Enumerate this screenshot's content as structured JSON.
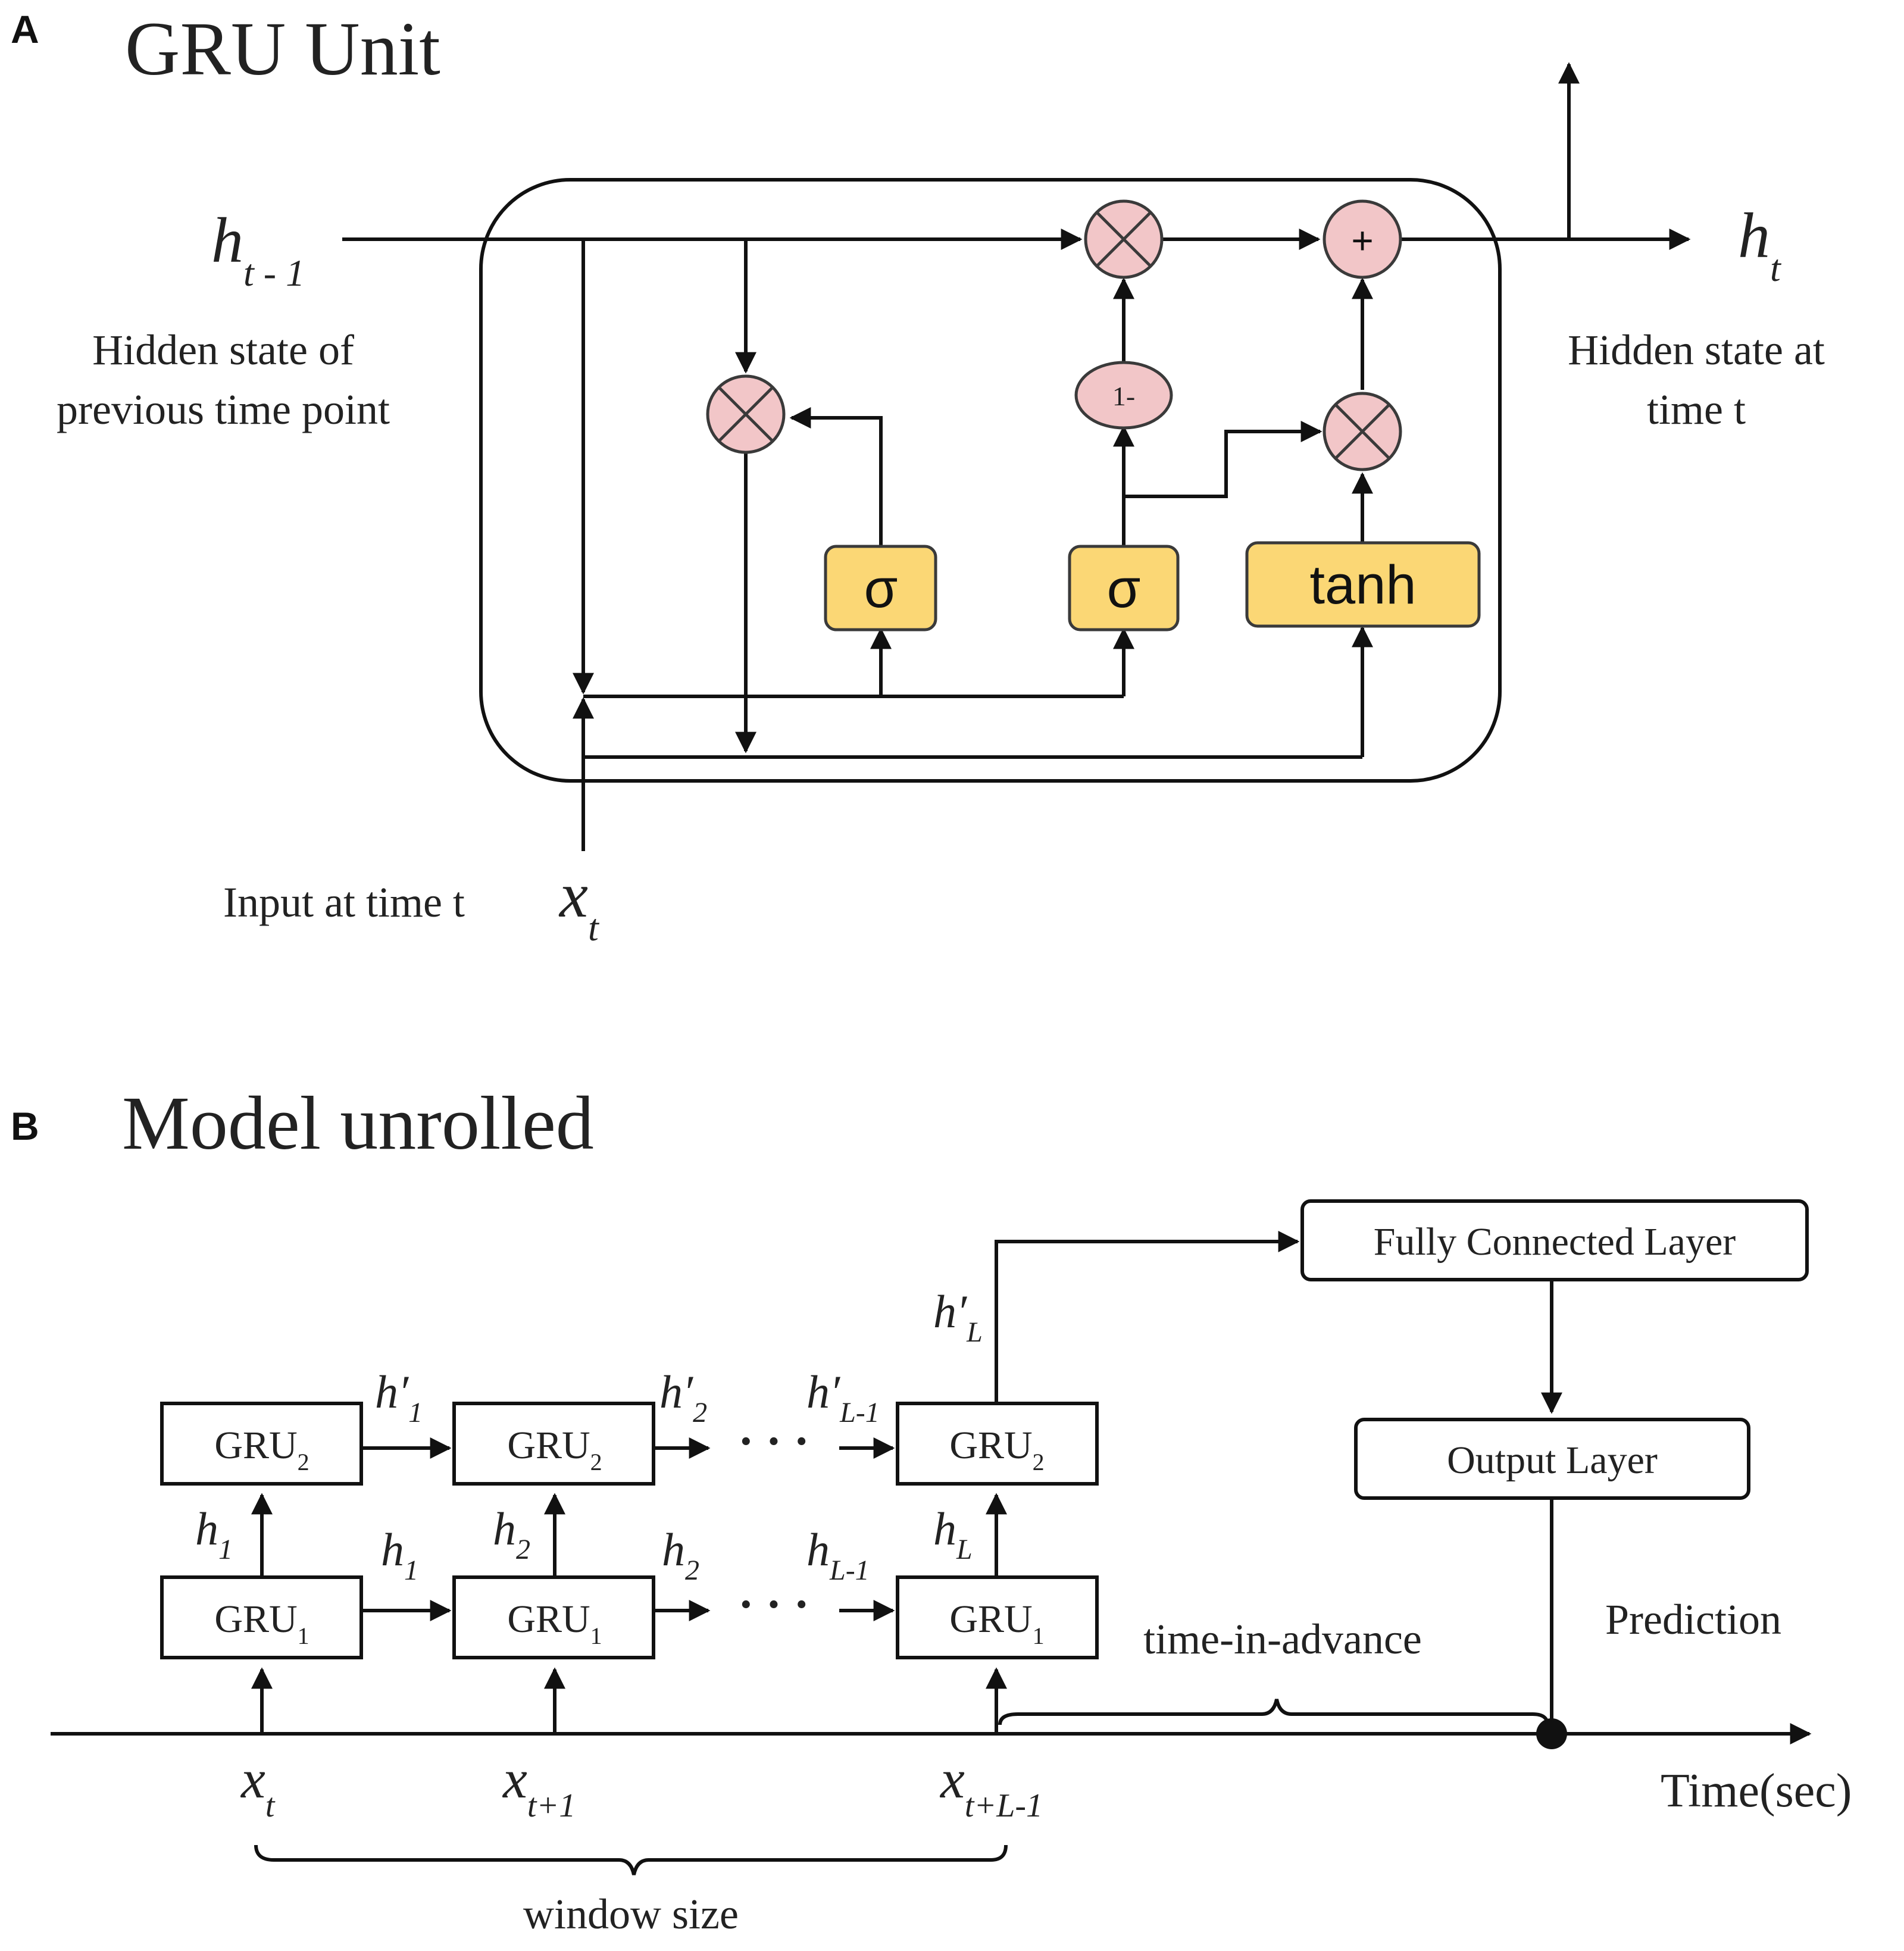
{
  "panel_a": {
    "letter": "A",
    "title": "GRU Unit",
    "h_prev_base": "h",
    "h_prev_sub": "t - 1",
    "h_prev_desc_line1": "Hidden state of",
    "h_prev_desc_line2": "previous time point",
    "h_out_base": "h",
    "h_out_sub": "t",
    "h_out_desc_line1": "Hidden state at",
    "h_out_desc_line2": "time t",
    "input_desc": "Input at time t",
    "x_base": "x",
    "x_sub": "t",
    "gate_reset_label": "σ",
    "gate_update_label": "σ",
    "gate_tanh_label": "tanh",
    "op_one_minus": "1-",
    "op_plus": "+"
  },
  "panel_b": {
    "letter": "B",
    "title": "Model unrolled",
    "gru2_label": "GRU",
    "gru2_sub": "2",
    "gru1_label": "GRU",
    "gru1_sub": "1",
    "fc_label": "Fully Connected Layer",
    "output_label": "Output Layer",
    "prediction_label": "Prediction",
    "time_in_advance_label": "time-in-advance",
    "time_axis_label": "Time(sec)",
    "window_size_label": "window size",
    "ellipsis": "· · ·",
    "hprime_1": "h′",
    "hprime_1_sub": "1",
    "hprime_2": "h′",
    "hprime_2_sub": "2",
    "hprime_L1": "h′",
    "hprime_L1_sub": "L-1",
    "hprime_L": "h′",
    "hprime_L_sub": "L",
    "h1_up": "h",
    "h1_up_sub": "1",
    "h2_up": "h",
    "h2_up_sub": "2",
    "hL_up": "h",
    "hL_up_sub": "L",
    "h1_right": "h",
    "h1_right_sub": "1",
    "h2_right": "h",
    "h2_right_sub": "2",
    "hL1_right": "h",
    "hL1_right_sub": "L-1",
    "x_t": "x",
    "x_t_sub": "t",
    "x_t1": "x",
    "x_t1_sub": "t+1",
    "x_tL1": "x",
    "x_tL1_sub": "t+L-1"
  }
}
